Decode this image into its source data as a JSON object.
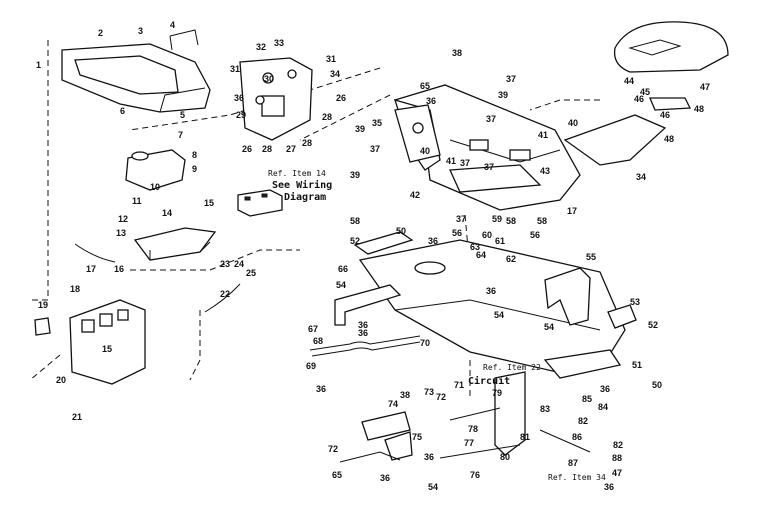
{
  "notes": {
    "ref_item_14": "Ref. Item 14",
    "see_wiring": "See Wiring",
    "diagram": "Diagram",
    "ref_item_22": "Ref. Item 22",
    "circuit": "Circuit",
    "ref_item_34": "Ref. Item 34"
  },
  "callouts": [
    {
      "id": "c-2",
      "label": "2"
    },
    {
      "id": "c-3",
      "label": "3"
    },
    {
      "id": "c-4",
      "label": "4"
    },
    {
      "id": "c-1",
      "label": "1"
    },
    {
      "id": "c-5",
      "label": "5"
    },
    {
      "id": "c-6",
      "label": "6"
    },
    {
      "id": "c-32",
      "label": "32"
    },
    {
      "id": "c-33",
      "label": "33"
    },
    {
      "id": "c-31a",
      "label": "31"
    },
    {
      "id": "c-31b",
      "label": "31"
    },
    {
      "id": "c-30",
      "label": "30"
    },
    {
      "id": "c-34a",
      "label": "34"
    },
    {
      "id": "c-36a",
      "label": "36"
    },
    {
      "id": "c-29",
      "label": "29"
    },
    {
      "id": "c-26a",
      "label": "26"
    },
    {
      "id": "c-28a",
      "label": "28"
    },
    {
      "id": "c-27",
      "label": "27"
    },
    {
      "id": "c-28b",
      "label": "28"
    },
    {
      "id": "c-28c",
      "label": "28"
    },
    {
      "id": "c-26b",
      "label": "26"
    },
    {
      "id": "c-7",
      "label": "7"
    },
    {
      "id": "c-8",
      "label": "8"
    },
    {
      "id": "c-9",
      "label": "9"
    },
    {
      "id": "c-10",
      "label": "10"
    },
    {
      "id": "c-11",
      "label": "11"
    },
    {
      "id": "c-12",
      "label": "12"
    },
    {
      "id": "c-13",
      "label": "13"
    },
    {
      "id": "c-14",
      "label": "14"
    },
    {
      "id": "c-15a",
      "label": "15"
    },
    {
      "id": "c-17a",
      "label": "17"
    },
    {
      "id": "c-16",
      "label": "16"
    },
    {
      "id": "c-23",
      "label": "23"
    },
    {
      "id": "c-24",
      "label": "24"
    },
    {
      "id": "c-25",
      "label": "25"
    },
    {
      "id": "c-22",
      "label": "22"
    },
    {
      "id": "c-18",
      "label": "18"
    },
    {
      "id": "c-19",
      "label": "19"
    },
    {
      "id": "c-20",
      "label": "20"
    },
    {
      "id": "c-15b",
      "label": "15"
    },
    {
      "id": "c-21",
      "label": "21"
    },
    {
      "id": "c-38",
      "label": "38"
    },
    {
      "id": "c-37a",
      "label": "37"
    },
    {
      "id": "c-39a",
      "label": "39"
    },
    {
      "id": "c-65",
      "label": "65"
    },
    {
      "id": "c-36b",
      "label": "36"
    },
    {
      "id": "c-35",
      "label": "35"
    },
    {
      "id": "c-39b",
      "label": "39"
    },
    {
      "id": "c-37b",
      "label": "37"
    },
    {
      "id": "c-40a",
      "label": "40"
    },
    {
      "id": "c-37c",
      "label": "37"
    },
    {
      "id": "c-37d",
      "label": "37"
    },
    {
      "id": "c-41a",
      "label": "41"
    },
    {
      "id": "c-37e",
      "label": "37"
    },
    {
      "id": "c-39c",
      "label": "39"
    },
    {
      "id": "c-42",
      "label": "42"
    },
    {
      "id": "c-43",
      "label": "43"
    },
    {
      "id": "c-17b",
      "label": "17"
    },
    {
      "id": "c-44",
      "label": "44"
    },
    {
      "id": "c-45",
      "label": "45"
    },
    {
      "id": "c-47a",
      "label": "47"
    },
    {
      "id": "c-46a",
      "label": "46"
    },
    {
      "id": "c-48a",
      "label": "48"
    },
    {
      "id": "c-46b",
      "label": "46"
    },
    {
      "id": "c-41b",
      "label": "41"
    },
    {
      "id": "c-40b",
      "label": "40"
    },
    {
      "id": "c-48b",
      "label": "48"
    },
    {
      "id": "c-34b",
      "label": "34"
    },
    {
      "id": "c-58a",
      "label": "58"
    },
    {
      "id": "c-52a",
      "label": "52"
    },
    {
      "id": "c-50",
      "label": "50"
    },
    {
      "id": "c-36c",
      "label": "36"
    },
    {
      "id": "c-37f",
      "label": "37"
    },
    {
      "id": "c-56",
      "label": "56"
    },
    {
      "id": "c-59",
      "label": "59"
    },
    {
      "id": "c-58b",
      "label": "58"
    },
    {
      "id": "c-60",
      "label": "60"
    },
    {
      "id": "c-61",
      "label": "61"
    },
    {
      "id": "c-63",
      "label": "63"
    },
    {
      "id": "c-62",
      "label": "62"
    },
    {
      "id": "c-36d",
      "label": "36"
    },
    {
      "id": "c-64",
      "label": "64"
    },
    {
      "id": "c-56b",
      "label": "56"
    },
    {
      "id": "c-58c",
      "label": "58"
    },
    {
      "id": "c-55",
      "label": "55"
    },
    {
      "id": "c-66",
      "label": "66"
    },
    {
      "id": "c-54a",
      "label": "54"
    },
    {
      "id": "c-36e",
      "label": "36"
    },
    {
      "id": "c-54b",
      "label": "54"
    },
    {
      "id": "c-54c",
      "label": "54"
    },
    {
      "id": "c-53",
      "label": "53"
    },
    {
      "id": "c-52b",
      "label": "52"
    },
    {
      "id": "c-67",
      "label": "67"
    },
    {
      "id": "c-68",
      "label": "68"
    },
    {
      "id": "c-36f",
      "label": "36"
    },
    {
      "id": "c-70",
      "label": "70"
    },
    {
      "id": "c-69",
      "label": "69"
    },
    {
      "id": "c-36g",
      "label": "36"
    },
    {
      "id": "c-51",
      "label": "51"
    },
    {
      "id": "c-50b",
      "label": "50"
    },
    {
      "id": "c-71",
      "label": "71"
    },
    {
      "id": "c-74",
      "label": "74"
    },
    {
      "id": "c-38b",
      "label": "38"
    },
    {
      "id": "c-73",
      "label": "73"
    },
    {
      "id": "c-72a",
      "label": "72"
    },
    {
      "id": "c-79",
      "label": "79"
    },
    {
      "id": "c-83",
      "label": "83"
    },
    {
      "id": "c-85",
      "label": "85"
    },
    {
      "id": "c-84",
      "label": "84"
    },
    {
      "id": "c-36h",
      "label": "36"
    },
    {
      "id": "c-78",
      "label": "78"
    },
    {
      "id": "c-81",
      "label": "81"
    },
    {
      "id": "c-82a",
      "label": "82"
    },
    {
      "id": "c-75",
      "label": "75"
    },
    {
      "id": "c-86",
      "label": "86"
    },
    {
      "id": "c-72b",
      "label": "72"
    },
    {
      "id": "c-36i",
      "label": "36"
    },
    {
      "id": "c-77",
      "label": "77"
    },
    {
      "id": "c-80",
      "label": "80"
    },
    {
      "id": "c-87",
      "label": "87"
    },
    {
      "id": "c-82b",
      "label": "82"
    },
    {
      "id": "c-88",
      "label": "88"
    },
    {
      "id": "c-65b",
      "label": "65"
    },
    {
      "id": "c-36j",
      "label": "36"
    },
    {
      "id": "c-76",
      "label": "76"
    },
    {
      "id": "c-54d",
      "label": "54"
    },
    {
      "id": "c-47b",
      "label": "47"
    },
    {
      "id": "c-36k",
      "label": "36"
    }
  ]
}
